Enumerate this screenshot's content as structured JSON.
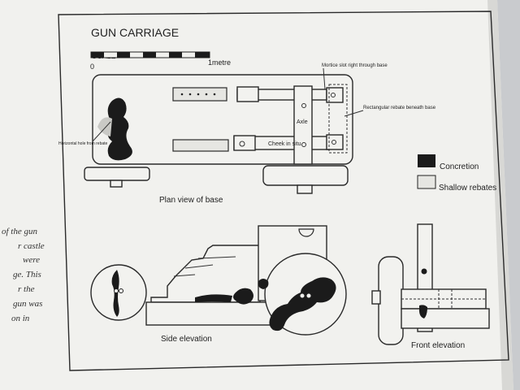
{
  "figure": {
    "title": "GUN CARRIAGE",
    "scale": {
      "label": "SCALE",
      "zero": "0",
      "end": "1metre"
    },
    "plan": {
      "caption": "Plan view of base",
      "mortice_label": "Mortice slot right through base",
      "rect_label": "Rectangular rebate beneath base",
      "axle_label": "Axle",
      "cheek_label": "Cheek in situ",
      "hole_label": "Horizontal hole from rebate"
    },
    "legend": [
      {
        "label": "Concretion",
        "color": "#1b1b1b"
      },
      {
        "label": "Shallow rebates",
        "color": "#e6e6e2"
      }
    ],
    "side_caption": "Side elevation",
    "front_caption": "Front elevation"
  },
  "side_text": [
    "of the gun",
    "r castle",
    "were",
    "ge. This",
    "r the",
    "gun was",
    "on in"
  ],
  "colors": {
    "page": "#f1f1ee",
    "ink": "#222222",
    "shadow": "#cdcfd2"
  }
}
